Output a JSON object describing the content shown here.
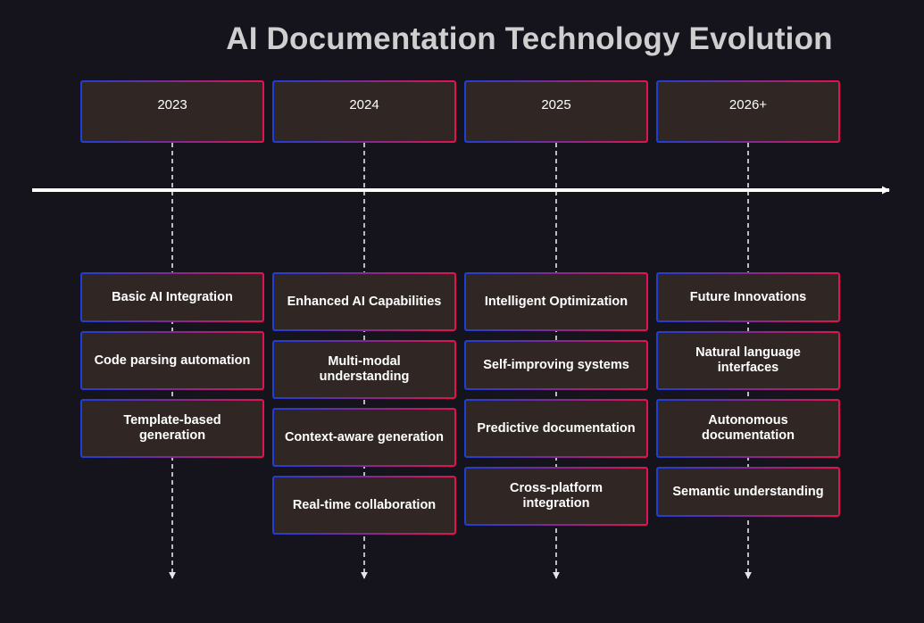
{
  "title": "AI Documentation Technology Evolution",
  "colors": {
    "background": "#15141c",
    "box_fill": "#302724",
    "gradient_start": "#1f3fd6",
    "gradient_end": "#e2134f",
    "timeline": "#ffffff",
    "connector": "#e6e6e6",
    "title_text": "#cfcfcf"
  },
  "columns": [
    {
      "year": "2023",
      "category": "Basic AI Integration",
      "items": [
        "Code parsing automation",
        "Template-based generation"
      ]
    },
    {
      "year": "2024",
      "category": "Enhanced AI Capabilities",
      "items": [
        "Multi-modal understanding",
        "Context-aware generation",
        "Real-time collaboration"
      ]
    },
    {
      "year": "2025",
      "category": "Intelligent Optimization",
      "items": [
        "Self-improving systems",
        "Predictive documentation",
        "Cross-platform integration"
      ]
    },
    {
      "year": "2026+",
      "category": "Future Innovations",
      "items": [
        "Natural language interfaces",
        "Autonomous documentation",
        "Semantic understanding"
      ]
    }
  ]
}
